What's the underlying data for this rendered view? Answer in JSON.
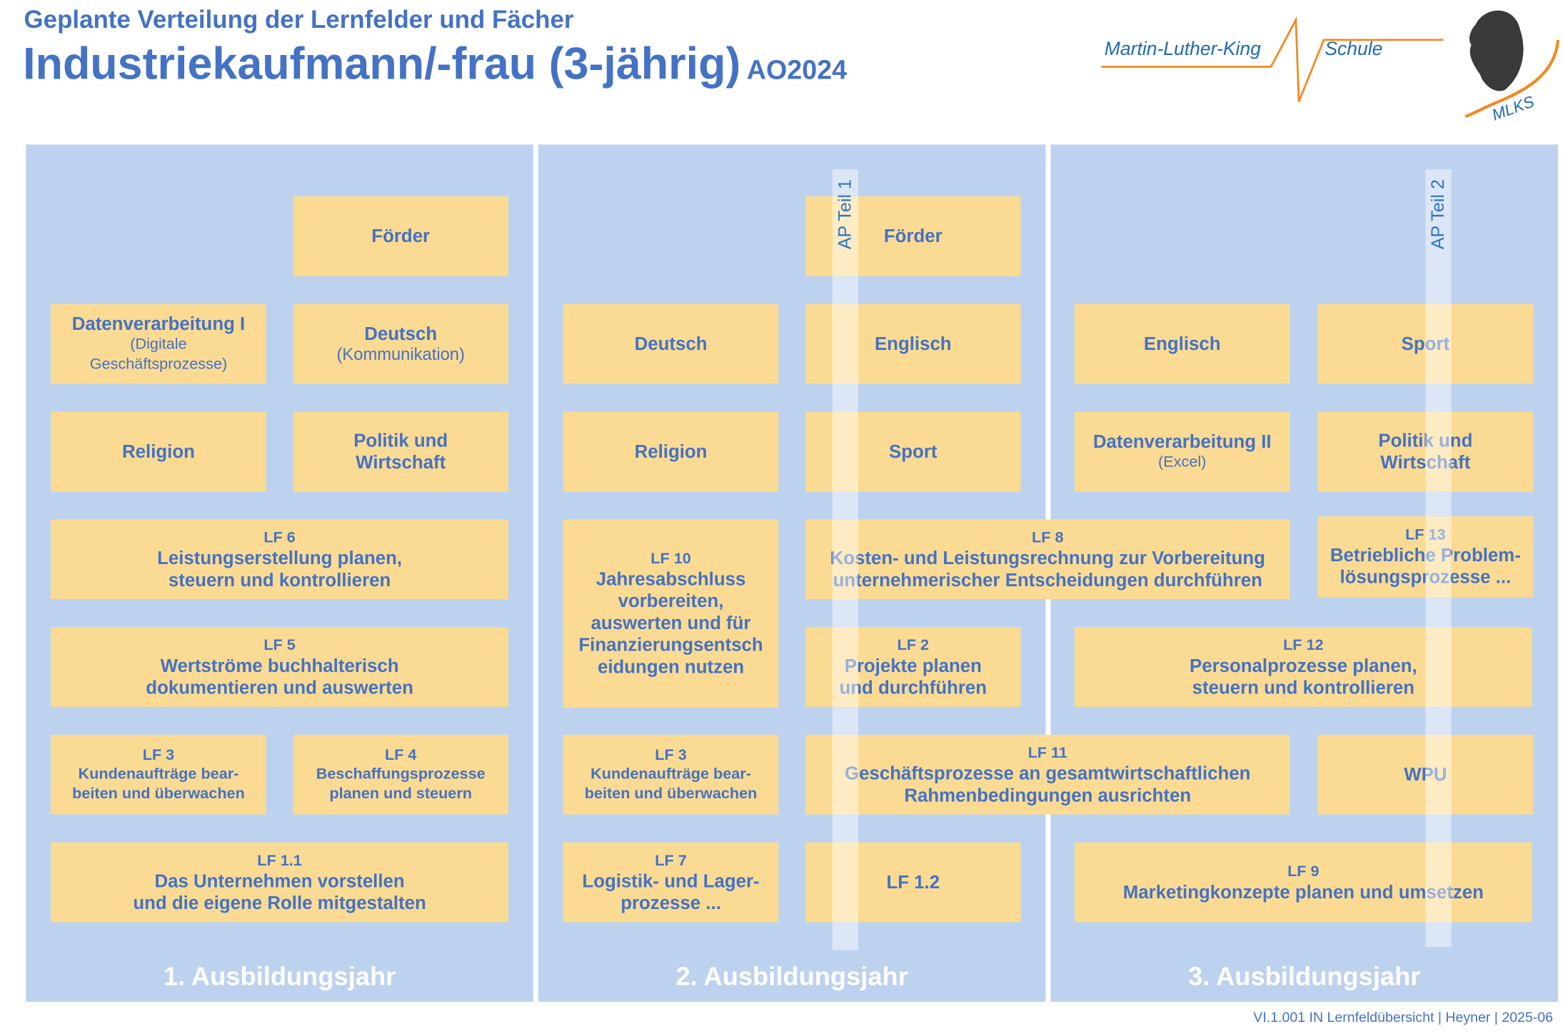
{
  "header": {
    "subtitle": "Geplante Verteilung der Lernfelder und Fächer",
    "title": "Industriekaufmann/-frau (3-jährig)",
    "ordinance": "AO2024"
  },
  "logo": {
    "school_left": "Martin-Luther-King",
    "school_right": "Schule",
    "initials": "MLKS"
  },
  "colors": {
    "text": "#4472C4",
    "column": "#BDD2EE",
    "box": "#FBDB93",
    "logo_line": "#F08A24"
  },
  "markers": {
    "ap1": "AP Teil 1",
    "ap2": "AP Teil 2"
  },
  "years": [
    "1. Ausbildungsjahr",
    "2. Ausbildungsjahr",
    "3. Ausbildungsjahr"
  ],
  "y1": {
    "foerder": "Förder",
    "dv1": {
      "title": "Datenverarbeitung I",
      "sub": "(Digitale\nGeschäftsprozesse)"
    },
    "deutsch": {
      "title": "Deutsch",
      "sub": "(Kommunikation)"
    },
    "religion": "Religion",
    "politik": "Politik und\nWirtschaft",
    "lf6": {
      "code": "LF 6",
      "title": "Leistungserstellung planen,\nsteuern und kontrollieren"
    },
    "lf5": {
      "code": "LF 5",
      "title": "Wertströme buchhalterisch\ndokumentieren und auswerten"
    },
    "lf3": {
      "code": "LF 3",
      "title": "Kundenaufträge bear-\nbeiten und überwachen"
    },
    "lf4": {
      "code": "LF 4",
      "title": "Beschaffungsprozesse\nplanen und steuern"
    },
    "lf11": {
      "code": "LF 1.1",
      "title": "Das Unternehmen vorstellen\nund die eigene Rolle mitgestalten"
    }
  },
  "y2": {
    "foerder": "Förder",
    "deutsch": "Deutsch",
    "englisch": "Englisch",
    "religion": "Religion",
    "sport": "Sport",
    "lf10": {
      "code": "LF 10",
      "title": "Jahresabschluss\nvorbereiten,\nauswerten und für\nFinanzierungsentsch\neidungen nutzen"
    },
    "lf8": {
      "code": "LF 8",
      "title": "Kosten- und Leistungsrechnung zur Vorbereitung\nunternehmerischer Entscheidungen durchführen"
    },
    "lf2": {
      "code": "LF 2",
      "title": "Projekte planen\nund durchführen"
    },
    "lf3": {
      "code": "LF 3",
      "title": "Kundenaufträge bear-\nbeiten und überwachen"
    },
    "lf11": {
      "code": "LF 11",
      "title": "Geschäftsprozesse an gesamtwirtschaftlichen\nRahmenbedingungen ausrichten"
    },
    "lf7": {
      "code": "LF 7",
      "title": "Logistik- und Lager-\nprozesse ..."
    },
    "lf12": "LF 1.2"
  },
  "y3": {
    "englisch": "Englisch",
    "sport": "Sport",
    "dv2": {
      "title": "Datenverarbeitung II",
      "sub": "(Excel)"
    },
    "politik": "Politik und\nWirtschaft",
    "lf13": {
      "code": "LF 13",
      "title": "Betriebliche Problem-\nlösungsprozesse ..."
    },
    "lf12": {
      "code": "LF 12",
      "title": "Personalprozesse planen,\nsteuern und kontrollieren"
    },
    "wpu": "WPU",
    "lf9": {
      "code": "LF 9",
      "title": "Marketingkonzepte planen und umsetzen"
    }
  },
  "footer": "VI.1.001 IN Lernfeldübersicht | Heyner | 2025-06"
}
